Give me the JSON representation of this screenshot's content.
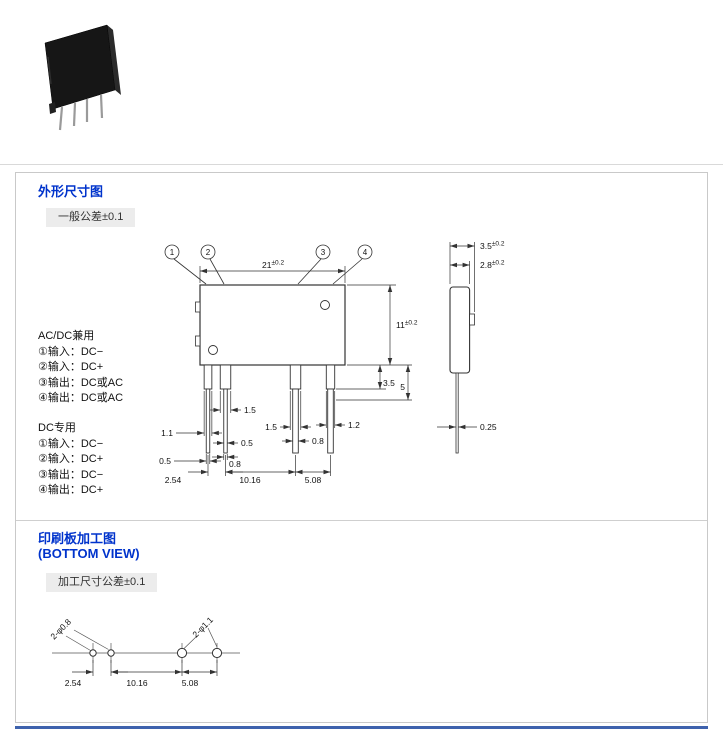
{
  "section_outline": {
    "title": "外形尺寸图",
    "badge": "一般公差±0.1",
    "legend_acdc": {
      "title": "AC/DC兼用",
      "items": [
        "①输入：DC−",
        "②输入：DC+",
        "③输出：DC或AC",
        "④输出：DC或AC"
      ]
    },
    "legend_dc": {
      "title": "DC专用",
      "items": [
        "①输入：DC−",
        "②输入：DC+",
        "③输出：DC−",
        "④输出：DC+"
      ]
    },
    "callouts": [
      "1",
      "2",
      "3",
      "4"
    ],
    "dims": {
      "body_width": "21",
      "body_width_tol": "±0.2",
      "body_height": "11",
      "body_height_tol": "±0.2",
      "shoulder_len": "3.5",
      "standoff": "5",
      "pin1_shoulder": "1.1",
      "pin2_shoulder": "1.5",
      "pin3_shoulder": "1.5",
      "pin4_shoulder": "1.2",
      "pin1_width": "0.5",
      "pin2_width": "0.5",
      "pin3_width": "0.8",
      "pin2_width_b": "0.8",
      "pitch_12": "2.54",
      "pitch_23": "10.16",
      "pitch_34": "5.08",
      "side_total": "3.5",
      "side_total_tol": "±0.2",
      "side_body": "2.8",
      "side_body_tol": "±0.2",
      "pin_thickness": "0.25"
    }
  },
  "section_pcb": {
    "title_line1": "印刷板加工图",
    "title_line2": "(BOTTOM VIEW)",
    "badge": "加工尺寸公差±0.1",
    "hole_small": "2-φ0.8",
    "hole_large": "2-φ1.1",
    "pitch_12": "2.54",
    "pitch_23": "10.16",
    "pitch_34": "5.08"
  }
}
